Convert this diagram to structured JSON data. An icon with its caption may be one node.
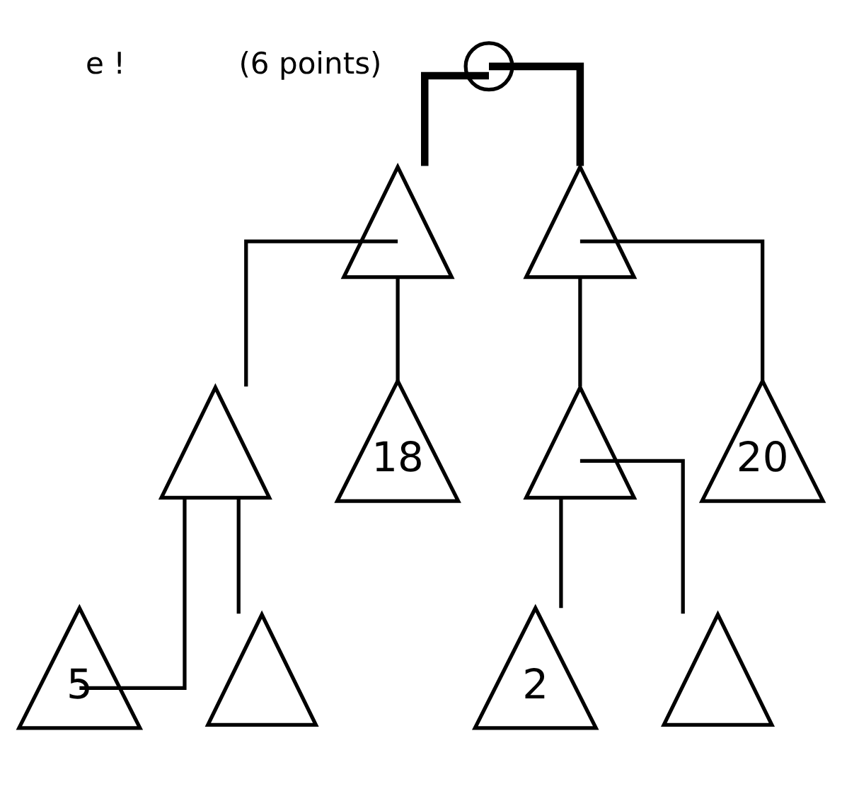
{
  "diagram": {
    "nodes": [
      {
        "text": [],
        "shape": "circle"
      },
      {
        "text": [],
        "shape": "triangle"
      },
      {
        "text": [],
        "shape": "triangle"
      },
      {
        "text": [],
        "shape": "triangle"
      },
      {
        "text": [
          "18"
        ]
      },
      {
        "text": [],
        "shape": "triangle"
      },
      {
        "text": [
          "20"
        ]
      },
      {
        "text": [
          "5"
        ]
      },
      {
        "text": [],
        "shape": "triangle"
      },
      {
        "text": [
          "2"
        ]
      },
      {
        "text": [],
        "shape": "triangle"
      }
    ],
    "edges": [
      {
        "from": 0,
        "to": 1,
        "arrow": "none",
        "style": "thick"
      },
      {
        "from": 0,
        "to": 2,
        "arrow": "none",
        "style": "thick"
      },
      {
        "from": 1,
        "to": 3,
        "arrow": "none"
      },
      {
        "from": 1,
        "to": 4,
        "arrow": "none"
      },
      {
        "from": 2,
        "to": 5,
        "arrow": "none"
      },
      {
        "from": 2,
        "to": 6,
        "arrow": "none"
      },
      {
        "from": 3,
        "to": 7,
        "arrow": "none"
      },
      {
        "from": 3,
        "to": 8,
        "arrow": "none"
      },
      {
        "from": 5,
        "to": 9,
        "arrow": "none"
      },
      {
        "from": 5,
        "to": 10,
        "arrow": "none"
      }
    ],
    "labels": [
      "e !",
      "(6 points)"
    ]
  }
}
